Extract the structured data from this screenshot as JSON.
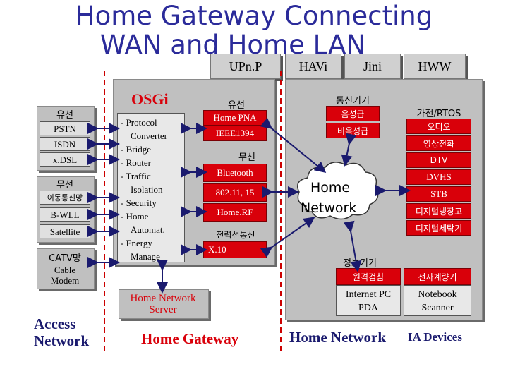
{
  "title": {
    "line1": "Home Gateway Connecting",
    "line2": "WAN and  Home LAN"
  },
  "tabs": {
    "upnp": "UPn.P",
    "havi": "HAVi",
    "jini": "Jini",
    "hww": "HWW"
  },
  "access": {
    "wired_label": "유선",
    "wired_items": [
      "PSTN",
      "ISDN",
      "x.DSL"
    ],
    "wireless_label": "무선",
    "wireless_items": [
      "이동통신망",
      "B-WLL",
      "Satellite"
    ],
    "catv_label": "CATV망",
    "catv_sub": [
      "Cable",
      "Modem"
    ],
    "footer": [
      "Access",
      "Network"
    ]
  },
  "osgi": {
    "title": "OSGi",
    "lines": [
      "- Protocol",
      "Converter",
      "- Bridge",
      "- Router",
      "- Traffic",
      "Isolation",
      "- Security",
      "- Home",
      "Automat.",
      "- Energy",
      "Manage"
    ]
  },
  "tech": {
    "wired_label": "유선",
    "wired_items": [
      "Home PNA",
      "IEEE1394"
    ],
    "wireless_label": "무선",
    "wireless_items": [
      "Bluetooth",
      "802.11, 15",
      "Home.RF"
    ],
    "power_label": "전력선통신",
    "power_items": [
      "X.10"
    ]
  },
  "server": [
    "Home Network",
    "Server"
  ],
  "gateway_footer": "Home Gateway",
  "comm": {
    "label": "통신기기",
    "items": [
      "음성급",
      "비음성급"
    ]
  },
  "home_network": [
    "Home",
    "Network"
  ],
  "appliances": {
    "label": "가전/RTOS",
    "items": [
      "오디오",
      "영상전화",
      "DTV",
      "DVHS",
      "STB",
      "디지털냉장고",
      "디지털세탁기"
    ]
  },
  "info": {
    "label": "정보기기",
    "col1_header": "원격검침",
    "col2_header": "전자계량기",
    "col1_items": [
      "Internet PC",
      "PDA"
    ],
    "col2_items": [
      "Notebook",
      "Scanner"
    ]
  },
  "footer_right": {
    "network": "Home Network",
    "devices": "IA Devices"
  },
  "colors": {
    "title": "#2b2b9a",
    "red": "#d9000a",
    "grey": "#c0c0c0",
    "navy": "#1a1a6e"
  }
}
